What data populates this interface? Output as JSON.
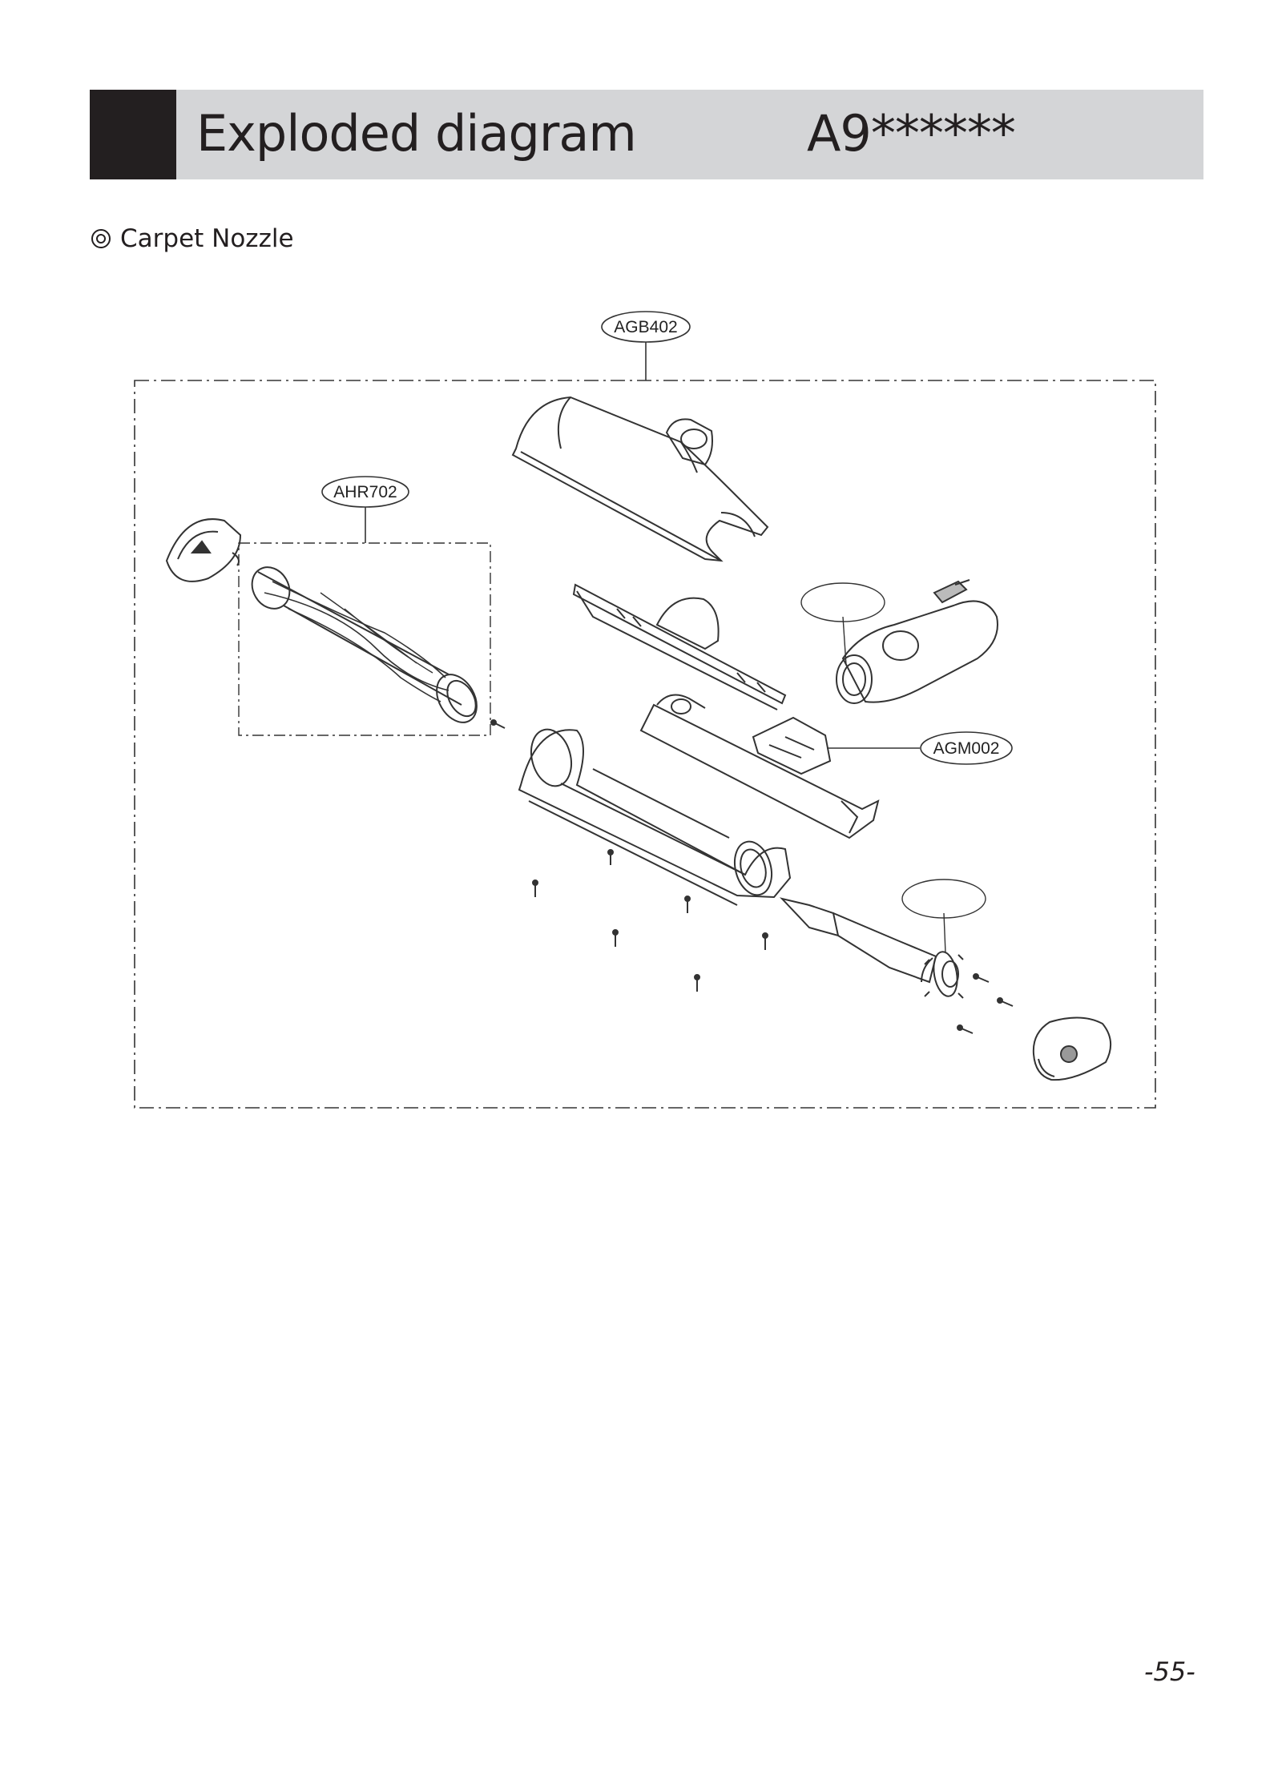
{
  "header": {
    "title": "Exploded diagram",
    "model": "A9******"
  },
  "section": {
    "title": "Carpet Nozzle"
  },
  "labels": {
    "main_assembly": "AGB402",
    "brush_assembly": "AHR702",
    "motor_cover_assembly": "AGM002"
  },
  "footer": {
    "page_number": "-55-"
  }
}
